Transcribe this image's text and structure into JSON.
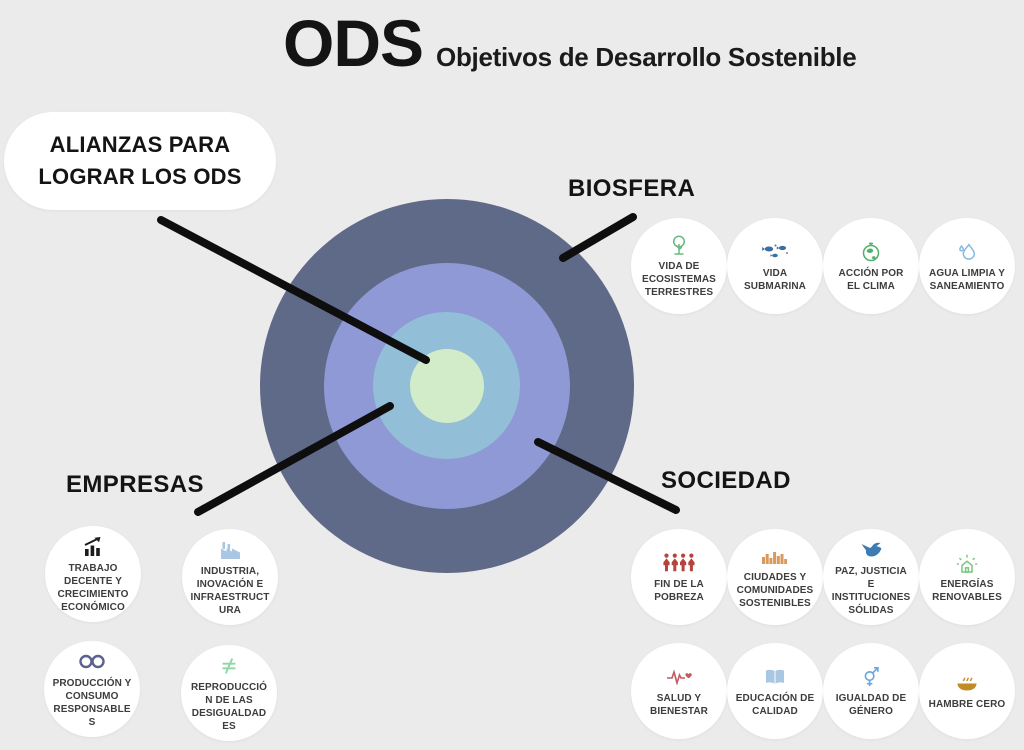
{
  "title": {
    "main": "ODS",
    "subtitle": "Objetivos de Desarrollo Sostenible"
  },
  "bubble": {
    "label": "ALIANZAS PARA LOGRAR LOS ODS"
  },
  "diagram": {
    "background_color": "#ebebeb",
    "connector_color": "#0e0e0e",
    "rings": [
      {
        "name": "biosfera-outer-ring",
        "color": "#5f6988"
      },
      {
        "name": "sociedad-ring",
        "color": "#8e99d6"
      },
      {
        "name": "empresas-ring",
        "color": "#92bed8"
      },
      {
        "name": "alianzas-center",
        "color": "#d2ecca"
      }
    ]
  },
  "groups": {
    "biosfera": {
      "label": "BIOSFERA",
      "items": [
        {
          "label": "VIDA DE ECOSISTEMAS TERRESTRES",
          "icon": "tree-icon",
          "icon_color": "#69b883"
        },
        {
          "label": "VIDA SUBMARINA",
          "icon": "fish-school-icon",
          "icon_color": "#3b6fa0"
        },
        {
          "label": "ACCIÓN POR EL CLIMA",
          "icon": "climate-globe-icon",
          "icon_color": "#53b06a"
        },
        {
          "label": "AGUA LIMPIA Y SANEAMIENTO",
          "icon": "water-drop-icon",
          "icon_color": "#85b8dd"
        }
      ]
    },
    "empresas": {
      "label": "EMPRESAS",
      "items": [
        {
          "label": "TRABAJO DECENTE Y CRECIMIENTO ECONÓMICO",
          "icon": "growth-chart-icon",
          "icon_color": "#1c1c1c"
        },
        {
          "label": "INDUSTRIA, INOVACIÓN E INFRAESTRUCTURA",
          "icon": "factory-icon",
          "icon_color": "#a9c6e2"
        },
        {
          "label": "PRODUCCIÓN Y CONSUMO RESPONSABLES",
          "icon": "infinity-loop-icon",
          "icon_color": "#5c628f"
        },
        {
          "label": "REPRODUCCIÓN DE LAS DESIGUALDADES",
          "icon": "not-equal-icon",
          "icon_color": "#8ed6a4"
        }
      ]
    },
    "sociedad": {
      "label": "SOCIEDAD",
      "items": [
        {
          "label": "FIN DE LA POBREZA",
          "icon": "people-icon",
          "icon_color": "#b5443c"
        },
        {
          "label": "CIUDADES Y COMUNIDADES SOSTENIBLES",
          "icon": "city-skyline-icon",
          "icon_color": "#d9995d"
        },
        {
          "label": "PAZ, JUSTICIA E INSTITUCIONES SÓLIDAS",
          "icon": "dove-icon",
          "icon_color": "#3c7cb0"
        },
        {
          "label": "ENERGÍAS RENOVABLES",
          "icon": "renewable-energy-icon",
          "icon_color": "#79c77f"
        },
        {
          "label": "SALUD Y BIENESTAR",
          "icon": "heartbeat-icon",
          "icon_color": "#c25a60"
        },
        {
          "label": "EDUCACIÓN DE CALIDAD",
          "icon": "open-book-icon",
          "icon_color": "#a9c6e2"
        },
        {
          "label": "IGUALDAD DE GÉNERO",
          "icon": "gender-symbol-icon",
          "icon_color": "#6fa6db"
        },
        {
          "label": "HAMBRE CERO",
          "icon": "food-bowl-icon",
          "icon_color": "#c08b28"
        }
      ]
    }
  }
}
